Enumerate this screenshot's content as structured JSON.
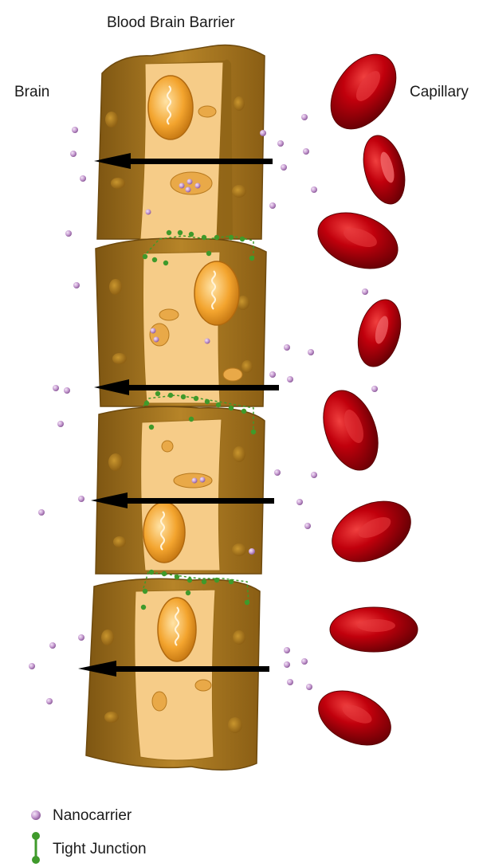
{
  "title": "Blood Brain Barrier",
  "labels": {
    "left_side": "Brain",
    "right_side": "Capillary"
  },
  "legend": [
    {
      "label": "Nanocarrier",
      "icon": "nanocarrier-sphere-icon",
      "color": "#c59ad0"
    },
    {
      "label": "Tight Junction",
      "icon": "tight-junction-icon",
      "color": "#3f9a2b"
    }
  ],
  "colors": {
    "cell_tissue": "#a8781c",
    "cell_interior": "#f6cc88",
    "nucleus": "#f2a12a",
    "red_blood_cell": "#b3000b",
    "nanocarrier": "#c59ad0",
    "tight_junction": "#3f9a2b",
    "transport_arrow": "#000000"
  },
  "arrow_direction": "capillary-to-brain"
}
